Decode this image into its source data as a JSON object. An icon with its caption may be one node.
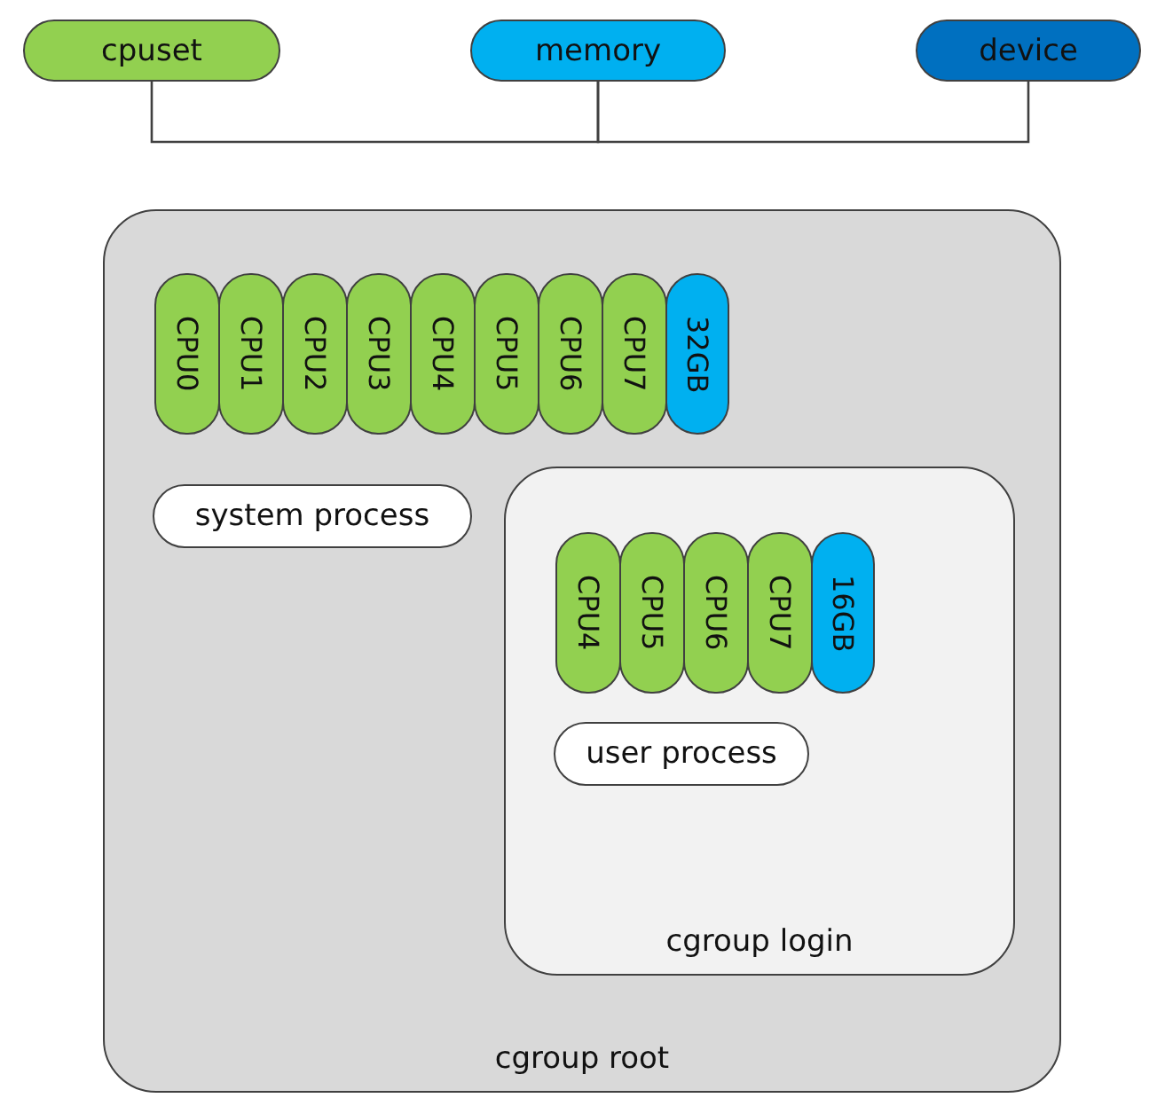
{
  "diagram": {
    "nodes": [
      {
        "text": [
          "cpuset"
        ]
      },
      {
        "text": [
          "memory"
        ]
      },
      {
        "text": [
          "device"
        ]
      },
      {
        "text": [
          "cgroup root"
        ]
      },
      {
        "text": [
          "CPU0"
        ],
        "in": 3
      },
      {
        "text": [
          "CPU1"
        ],
        "in": 3
      },
      {
        "text": [
          "CPU2"
        ],
        "in": 3
      },
      {
        "text": [
          "CPU3"
        ],
        "in": 3
      },
      {
        "text": [
          "CPU4"
        ],
        "in": 3
      },
      {
        "text": [
          "CPU5"
        ],
        "in": 3
      },
      {
        "text": [
          "CPU6"
        ],
        "in": 3
      },
      {
        "text": [
          "CPU7"
        ],
        "in": 3
      },
      {
        "text": [
          "32GB"
        ],
        "in": 3
      },
      {
        "text": [
          "system process"
        ],
        "in": 3
      },
      {
        "text": [
          "cgroup login"
        ],
        "in": 3
      },
      {
        "text": [
          "CPU4"
        ],
        "in": 14
      },
      {
        "text": [
          "CPU5"
        ],
        "in": 14
      },
      {
        "text": [
          "CPU6"
        ],
        "in": 14
      },
      {
        "text": [
          "CPU7"
        ],
        "in": 14
      },
      {
        "text": [
          "16GB"
        ],
        "in": 14
      },
      {
        "text": [
          "user process"
        ],
        "in": 14
      }
    ],
    "edges": [
      {
        "from": 0,
        "to": 1,
        "arrow": "none"
      },
      {
        "from": 1,
        "to": 2,
        "arrow": "none"
      }
    ]
  }
}
